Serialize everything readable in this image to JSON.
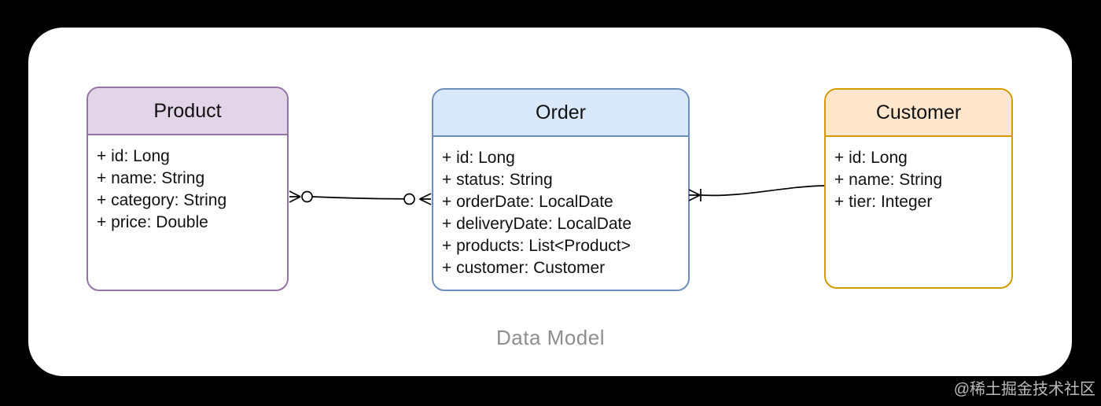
{
  "canvas": {
    "caption": "Data Model",
    "watermark": "@稀土掘金技术社区",
    "background_color": "#000000",
    "card_color": "#FFFFFF"
  },
  "entities": [
    {
      "id": "product",
      "title": "Product",
      "header_fill": "#E1D5E7",
      "border_color": "#9673A6",
      "fields": [
        "+ id: Long",
        "+ name: String",
        "+ category: String",
        "+ price: Double"
      ]
    },
    {
      "id": "order",
      "title": "Order",
      "header_fill": "#DAE8FC",
      "border_color": "#6C8EBF",
      "fields": [
        "+ id: Long",
        "+ status: String",
        "+ orderDate: LocalDate",
        "+ deliveryDate: LocalDate",
        "+ products: List<Product>",
        "+ customer: Customer"
      ]
    },
    {
      "id": "customer",
      "title": "Customer",
      "header_fill": "#FFE6CC",
      "border_color": "#D79B00",
      "fields": [
        "+ id: Long",
        "+ name: String",
        "+ tier: Integer"
      ]
    }
  ],
  "relationships": [
    {
      "from": "Product",
      "to": "Order",
      "from_cardinality": "zero-or-many",
      "to_cardinality": "zero-or-many",
      "notation": "crows-foot"
    },
    {
      "from": "Order",
      "to": "Customer",
      "from_cardinality": "one-or-many",
      "to_cardinality": "one",
      "notation": "crows-foot"
    }
  ]
}
